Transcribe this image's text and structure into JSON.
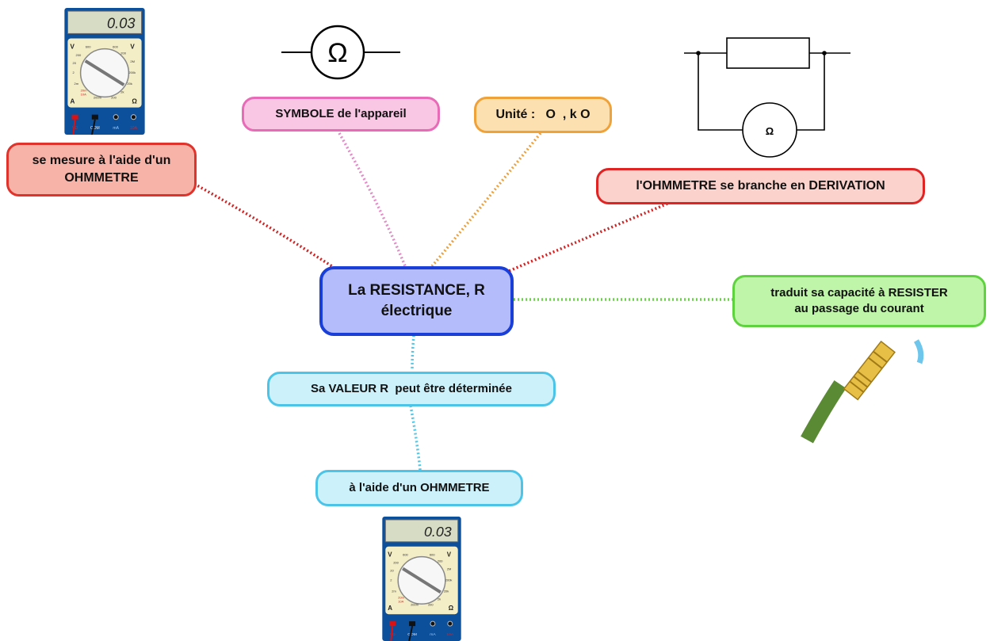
{
  "center": {
    "line1": "La RESISTANCE, R",
    "line2": "électrique"
  },
  "nodes": {
    "measure": {
      "line1": "se mesure à l'aide d'un",
      "line2": "OHMMETRE"
    },
    "symbol": {
      "label": "SYMBOLE  de l'appareil"
    },
    "unit": {
      "label": "Unité :   O  , k O"
    },
    "derivation": {
      "label": "l'OHMMETRE se branche en DERIVATION"
    },
    "meaning": {
      "line1": "traduit sa capacité à RESISTER",
      "line2": "au passage du courant"
    },
    "value": {
      "label": "Sa VALEUR R  peut être déterminée"
    },
    "ohmmeter": {
      "label": "à l'aide d'un OHMMETRE"
    }
  },
  "symbol_drawing": {
    "glyph": "Ω"
  },
  "circuit_drawing": {
    "glyph": "Ω"
  },
  "multimeter": {
    "display": "0.03",
    "left_labels": [
      "V",
      "600",
      "200",
      "20",
      "2",
      "2m",
      "20m",
      "10A",
      "A"
    ],
    "right_labels": [
      "600",
      "V",
      "200",
      "2M",
      "200k",
      "20k",
      "2k",
      "200",
      "Ω"
    ],
    "bottom_label": "200m",
    "terminals": [
      "VΩ",
      "COM",
      "mA",
      "10A"
    ]
  },
  "colors": {
    "center_fill": "#b4bcfb",
    "center_border": "#1a3ed8",
    "measure_fill": "#f7b3a8",
    "measure_border": "#e0332b",
    "symbol_fill": "#f9c6e3",
    "symbol_border": "#e86bb7",
    "unit_fill": "#fde0b0",
    "unit_border": "#f0a23a",
    "derivation_fill": "#fcd3cc",
    "derivation_border": "#e02424",
    "meaning_fill": "#bff5a8",
    "meaning_border": "#5fd33f",
    "value_fill": "#ccf1fb",
    "value_border": "#4cc4e8"
  }
}
